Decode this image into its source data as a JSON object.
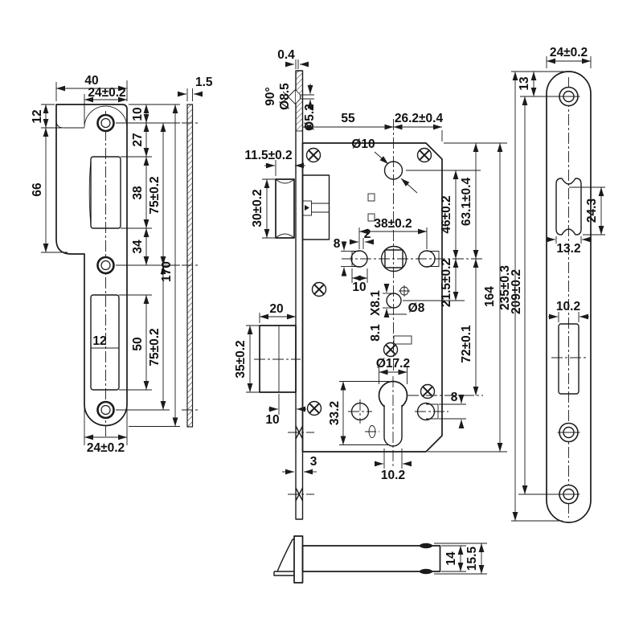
{
  "strike": {
    "w40": "40",
    "w24": "24±0.2",
    "t15": "1.5",
    "h12": "12",
    "h66": "66",
    "d10": "10",
    "d27": "27",
    "d38": "38",
    "d34": "34",
    "p75a": "75±0.2",
    "c12": "12",
    "d50": "50",
    "p75b": "75±0.2",
    "h170": "170",
    "w24b": "24±0.2"
  },
  "body": {
    "off04": "0.4",
    "ang90": "90°",
    "dia85": "Ø8.5",
    "dia52": "Ø5.2",
    "b55": "55",
    "d262": "26.2±0.4",
    "dia10": "Ø10",
    "l115": "11.5±0.2",
    "l30": "30±0.2",
    "s38": "38±0.2",
    "g2": "2",
    "g8": "8",
    "g10": "10",
    "f46": "46±0.2",
    "f631": "63.1±0.4",
    "f215": "21.5±0.2",
    "h164": "164",
    "sq81": "8.1",
    "sq81x": "X8.1",
    "dia8": "Ø8",
    "db20": "20",
    "db35": "35±0.2",
    "db10": "10",
    "fp3": "3",
    "dia172": "Ø17.2",
    "c332": "33.2",
    "c102": "10.2",
    "r8": "8",
    "f72": "72±0.1"
  },
  "face": {
    "w24": "24±0.2",
    "s13": "13",
    "lo243": "24.3",
    "lo132": "13.2",
    "bs102": "10.2",
    "h235": "235±0.3",
    "s209": "209±0.2"
  },
  "latch": {
    "h14": "14",
    "h155": "15.5"
  }
}
